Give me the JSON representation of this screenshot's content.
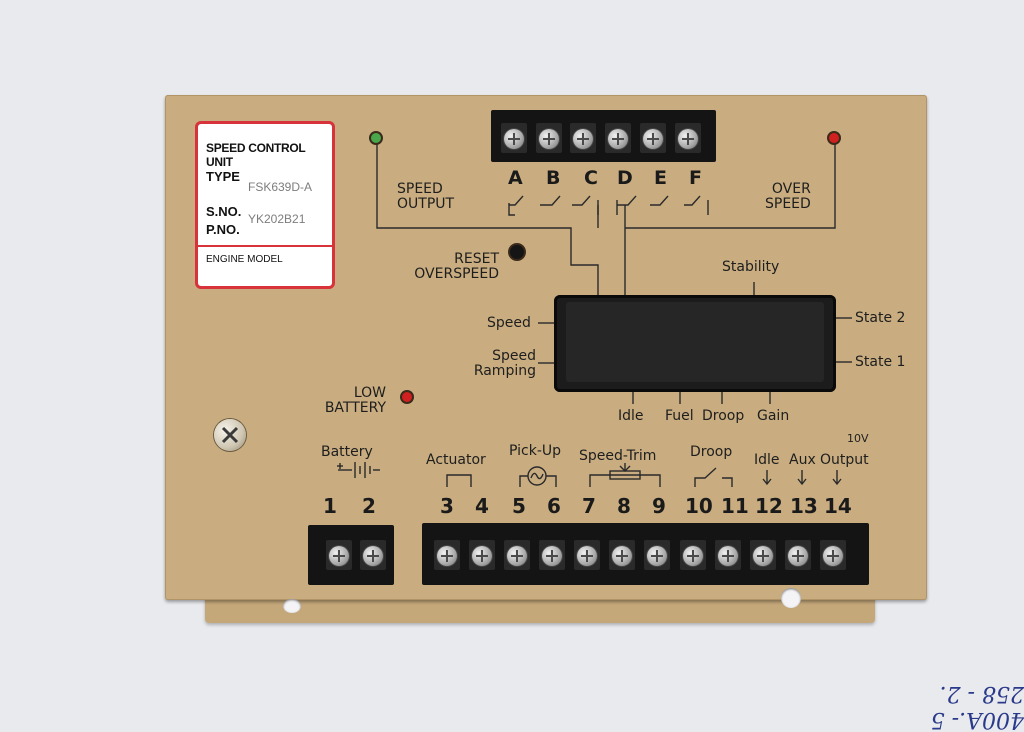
{
  "nameplate": {
    "title": "SPEED CONTROL UNIT",
    "type_label": "TYPE",
    "type_value": "FSK639D-A",
    "sno_label": "S.NO.",
    "pno_label": "P.NO.",
    "serial_value": "YK202B21",
    "engine_model_label": "ENGINE MODEL"
  },
  "relay_terminals": [
    "A",
    "B",
    "C",
    "D",
    "E",
    "F"
  ],
  "labels": {
    "speed_output": "SPEED\nOUTPUT",
    "over_speed": "OVER\nSPEED",
    "reset_overspeed": "RESET\nOVERSPEED",
    "low_battery": "LOW\nBATTERY",
    "stability": "Stability",
    "speed": "Speed",
    "speed_ramping": "Speed\nRamping",
    "state2": "State 2",
    "state1": "State 1",
    "idle": "Idle",
    "fuel": "Fuel",
    "droop": "Droop",
    "gain": "Gain"
  },
  "groups": {
    "battery": "Battery",
    "actuator": "Actuator",
    "pickup": "Pick-Up",
    "speed_trim": "Speed-Trim",
    "droop": "Droop",
    "idle": "Idle",
    "aux": "Aux",
    "output": "Output",
    "output_voltage": "10V"
  },
  "terminal_numbers": [
    "1",
    "2",
    "3",
    "4",
    "5",
    "6",
    "7",
    "8",
    "9",
    "10",
    "11",
    "12",
    "13",
    "14"
  ],
  "handwriting": "400A.- 5\n258 - 2.",
  "colors": {
    "panel": "#c9ad80",
    "label_border": "#d8323a",
    "led_green": "#4aa64a",
    "led_red": "#d02020"
  }
}
